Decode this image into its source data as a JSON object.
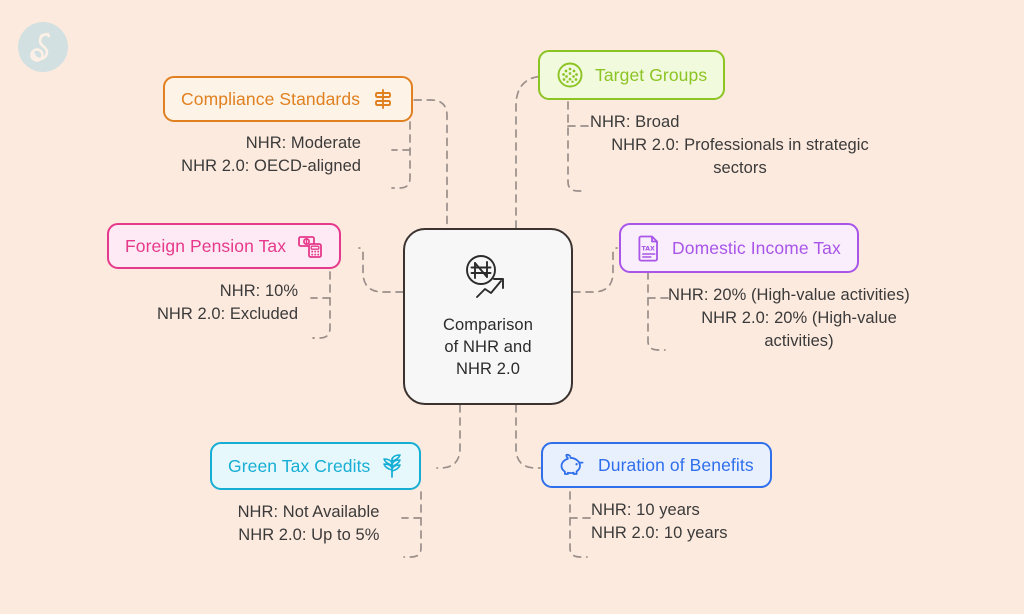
{
  "background_color": "#fdeade",
  "logo": {
    "name": "brand-watermark-logo",
    "color": "#b8dbe3"
  },
  "center": {
    "icon": "naira-growth-arrow-icon",
    "title_line1": "Comparison",
    "title_line2": "of NHR and",
    "title_line3": "NHR 2.0",
    "border_color": "#3b3330",
    "fill_color": "#f7f7f7"
  },
  "connector": {
    "color": "#9a8f8a",
    "style": "dashed"
  },
  "branches": [
    {
      "id": "compliance",
      "label": "Compliance Standards",
      "icon": "scales-balance-icon",
      "color": "#e08020",
      "fill": "#fdf3e7",
      "side": "left",
      "details": [
        "NHR: Moderate",
        "NHR 2.0: OECD-aligned"
      ]
    },
    {
      "id": "foreign-pension",
      "label": "Foreign Pension Tax",
      "icon": "money-calculator-icon",
      "color": "#e6398b",
      "fill": "#fdeaf4",
      "side": "left",
      "details": [
        "NHR: 10%",
        "NHR 2.0: Excluded"
      ]
    },
    {
      "id": "green-tax",
      "label": "Green Tax Credits",
      "icon": "leaf-sprout-icon",
      "color": "#16aed4",
      "fill": "#e7f8fc",
      "side": "left",
      "details": [
        "NHR: Not Available",
        "NHR 2.0: Up to 5%"
      ]
    },
    {
      "id": "target-groups",
      "label": "Target Groups",
      "icon": "people-group-circle-icon",
      "color": "#8cc424",
      "fill": "#f1fadc",
      "side": "right",
      "details": [
        "NHR: Broad",
        "NHR 2.0: Professionals in strategic sectors"
      ]
    },
    {
      "id": "domestic-income",
      "label": "Domestic Income Tax",
      "icon": "tax-document-icon",
      "color": "#a855e8",
      "fill": "#faeefd",
      "side": "right",
      "details": [
        "NHR: 20% (High-value activities)",
        "NHR 2.0: 20% (High-value activities)"
      ]
    },
    {
      "id": "duration",
      "label": "Duration of Benefits",
      "icon": "piggy-bank-icon",
      "color": "#2f6feb",
      "fill": "#e8f0fe",
      "side": "right",
      "details": [
        "NHR: 10 years",
        "NHR 2.0: 10 years"
      ]
    }
  ]
}
